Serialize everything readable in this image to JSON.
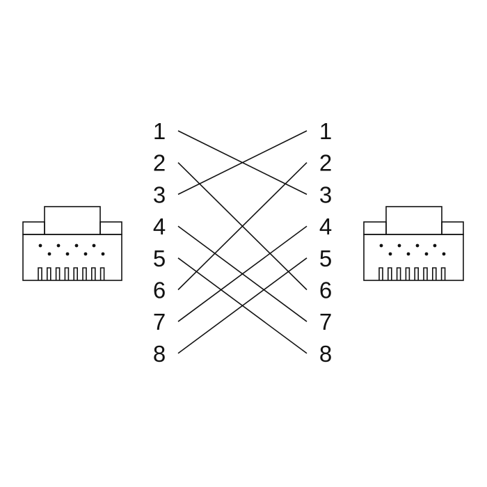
{
  "left_pins": [
    "1",
    "2",
    "3",
    "4",
    "5",
    "6",
    "7",
    "8"
  ],
  "right_pins": [
    "1",
    "2",
    "3",
    "4",
    "5",
    "6",
    "7",
    "8"
  ],
  "wiring": [
    {
      "from": "1",
      "to": "3"
    },
    {
      "from": "2",
      "to": "6"
    },
    {
      "from": "3",
      "to": "1"
    },
    {
      "from": "4",
      "to": "7"
    },
    {
      "from": "5",
      "to": "8"
    },
    {
      "from": "6",
      "to": "2"
    },
    {
      "from": "7",
      "to": "4"
    },
    {
      "from": "8",
      "to": "5"
    }
  ],
  "connector_icon": "rj45-plug-icon",
  "colors": {
    "line": "#111111",
    "background": "#ffffff"
  }
}
